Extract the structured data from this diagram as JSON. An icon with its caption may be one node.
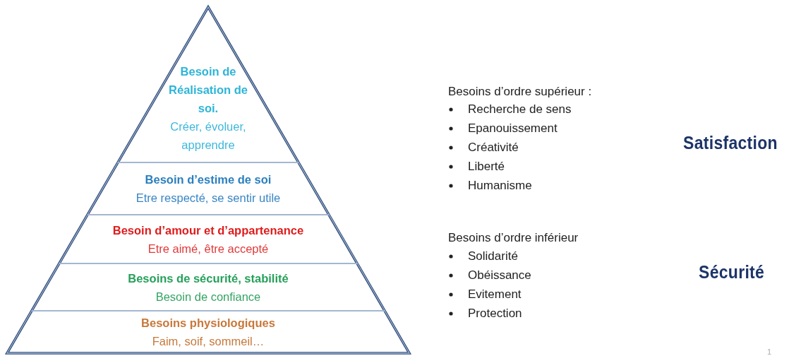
{
  "diagram": {
    "nodes": [
      {
        "text": [
          "Besoin de Réalisation de soi.",
          "Créer, évoluer, apprendre"
        ]
      },
      {
        "text": [
          "Besoin d’estime de soi",
          "Etre respecté, se sentir utile"
        ]
      },
      {
        "text": [
          "Besoin d’amour et d’appartenance",
          "Etre aimé, être accepté"
        ]
      },
      {
        "text": [
          "Besoins de sécurité, stabilité",
          "Besoin de confiance"
        ]
      },
      {
        "text": [
          "Besoins physiologiques",
          "Faim, soif, sommeil…"
        ]
      }
    ],
    "labels": [
      "Besoins d’ordre supérieur :",
      "Recherche de sens",
      "Epanouissement",
      "Créativité",
      "Liberté",
      "Humanisme",
      "Besoins d’ordre inférieur",
      "Solidarité",
      "Obéissance",
      "Evitement",
      "Protection",
      "Satisfaction",
      "Sécurité",
      "1"
    ]
  }
}
